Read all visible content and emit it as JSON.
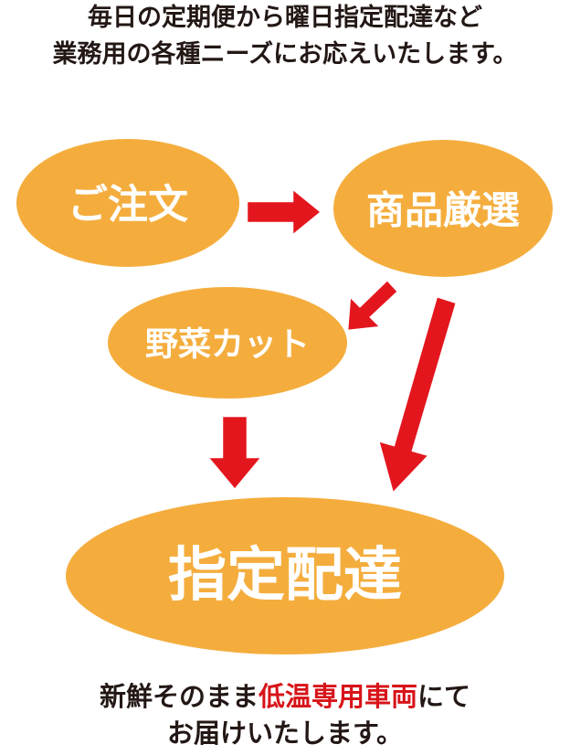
{
  "header": {
    "line1": "毎日の定期便から曜日指定配達など",
    "line2": "業務用の各種ニーズにお応えいたします。"
  },
  "flow": {
    "order": "ご注文",
    "selection": "商品厳選",
    "cutting": "野菜カット",
    "delivery": "指定配達"
  },
  "footer": {
    "line1_pre": "新鮮そのまま",
    "line1_highlight": "低温専用車両",
    "line1_post": "にて",
    "line2": "お届けいたします。"
  },
  "colors": {
    "bubble": "#F4AD3D",
    "arrow": "#E3161E",
    "highlight": "#D7141A",
    "text": "#231815"
  }
}
